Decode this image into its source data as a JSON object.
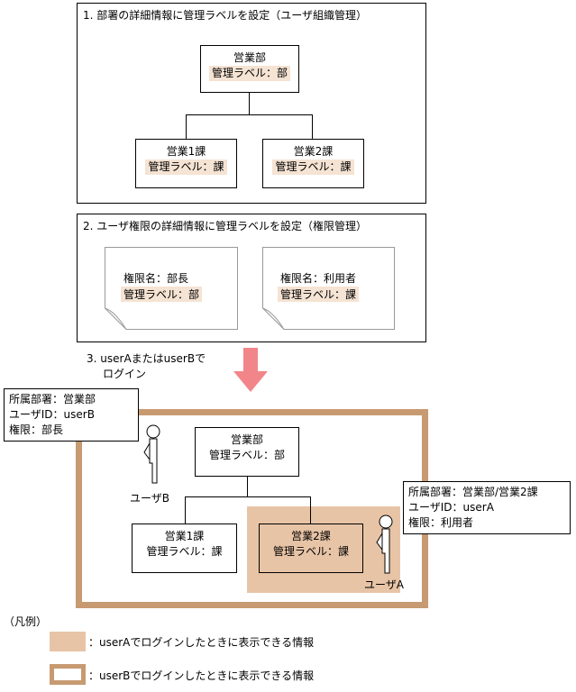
{
  "section1": {
    "title": "1.  部署の詳細情報に管理ラベルを設定（ユーザ組織管理）",
    "top_node": {
      "name": "営業部",
      "label": "管理ラベル：部"
    },
    "child1": {
      "name": "営業1課",
      "label": "管理ラベル：課"
    },
    "child2": {
      "name": "営業2課",
      "label": "管理ラベル：課"
    }
  },
  "section2": {
    "title": "2.  ユーザ権限の詳細情報に管理ラベルを設定（権限管理）",
    "doc1": {
      "name": "権限名：部長",
      "label": "管理ラベル：部"
    },
    "doc2": {
      "name": "権限名：利用者",
      "label": "管理ラベル：課"
    }
  },
  "step3": {
    "line1": "3.  userAまたはuserBで",
    "line2": "ログイン"
  },
  "userB_info": {
    "dept": "所属部署：営業部",
    "id": "ユーザID：userB",
    "role": "権限：部長"
  },
  "userA_info": {
    "dept": "所属部署：営業部/営業2課",
    "id": "ユーザID：userA",
    "role": "権限：利用者"
  },
  "section3": {
    "top_node": {
      "name": "営業部",
      "label": "管理ラベル：部"
    },
    "child1": {
      "name": "営業1課",
      "label": "管理ラベル：課"
    },
    "child2": {
      "name": "営業2課",
      "label": "管理ラベル：課"
    },
    "userB_name": "ユーザB",
    "userA_name": "ユーザA"
  },
  "legend": {
    "title": "（凡例）",
    "item1": "：userAでログインしたときに表示できる情報",
    "item2": "：userBでログインしたときに表示できる情報"
  },
  "colors": {
    "highlight": "#f5e3d3",
    "userA_area": "#e8c4a6",
    "userB_border": "#c79a72",
    "arrow": "#f2858a"
  }
}
